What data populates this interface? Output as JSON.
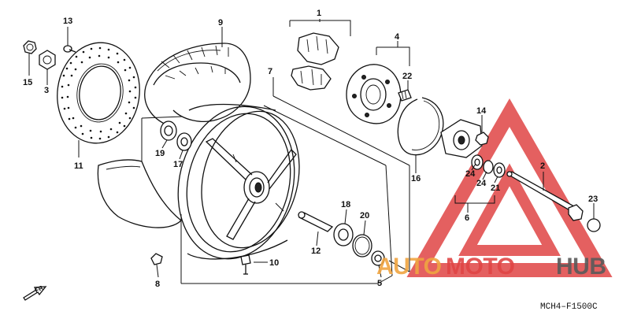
{
  "colors": {
    "watermark_red": "#e04545",
    "watermark_orange": "#f0a541",
    "watermark_gray": "#5a5a5a",
    "line": "#111111"
  },
  "callouts": {
    "c1": "1",
    "c2": "2",
    "c3": "3",
    "c4": "4",
    "c5": "5",
    "c6": "6",
    "c7": "7",
    "c8": "8",
    "c9": "9",
    "c10": "10",
    "c11": "11",
    "c12": "12",
    "c13": "13",
    "c14": "14",
    "c15": "15",
    "c16": "16",
    "c17": "17",
    "c18": "18",
    "c19": "19",
    "c20": "20",
    "c21": "21",
    "c22": "22",
    "c23": "23",
    "c24a": "24",
    "c24b": "24"
  },
  "diagram_code": "MCH4–F1500C",
  "direction_label": "FR.",
  "watermark": {
    "part1": "AUTO",
    "part2": "MOTO",
    "part3": "HUB"
  }
}
